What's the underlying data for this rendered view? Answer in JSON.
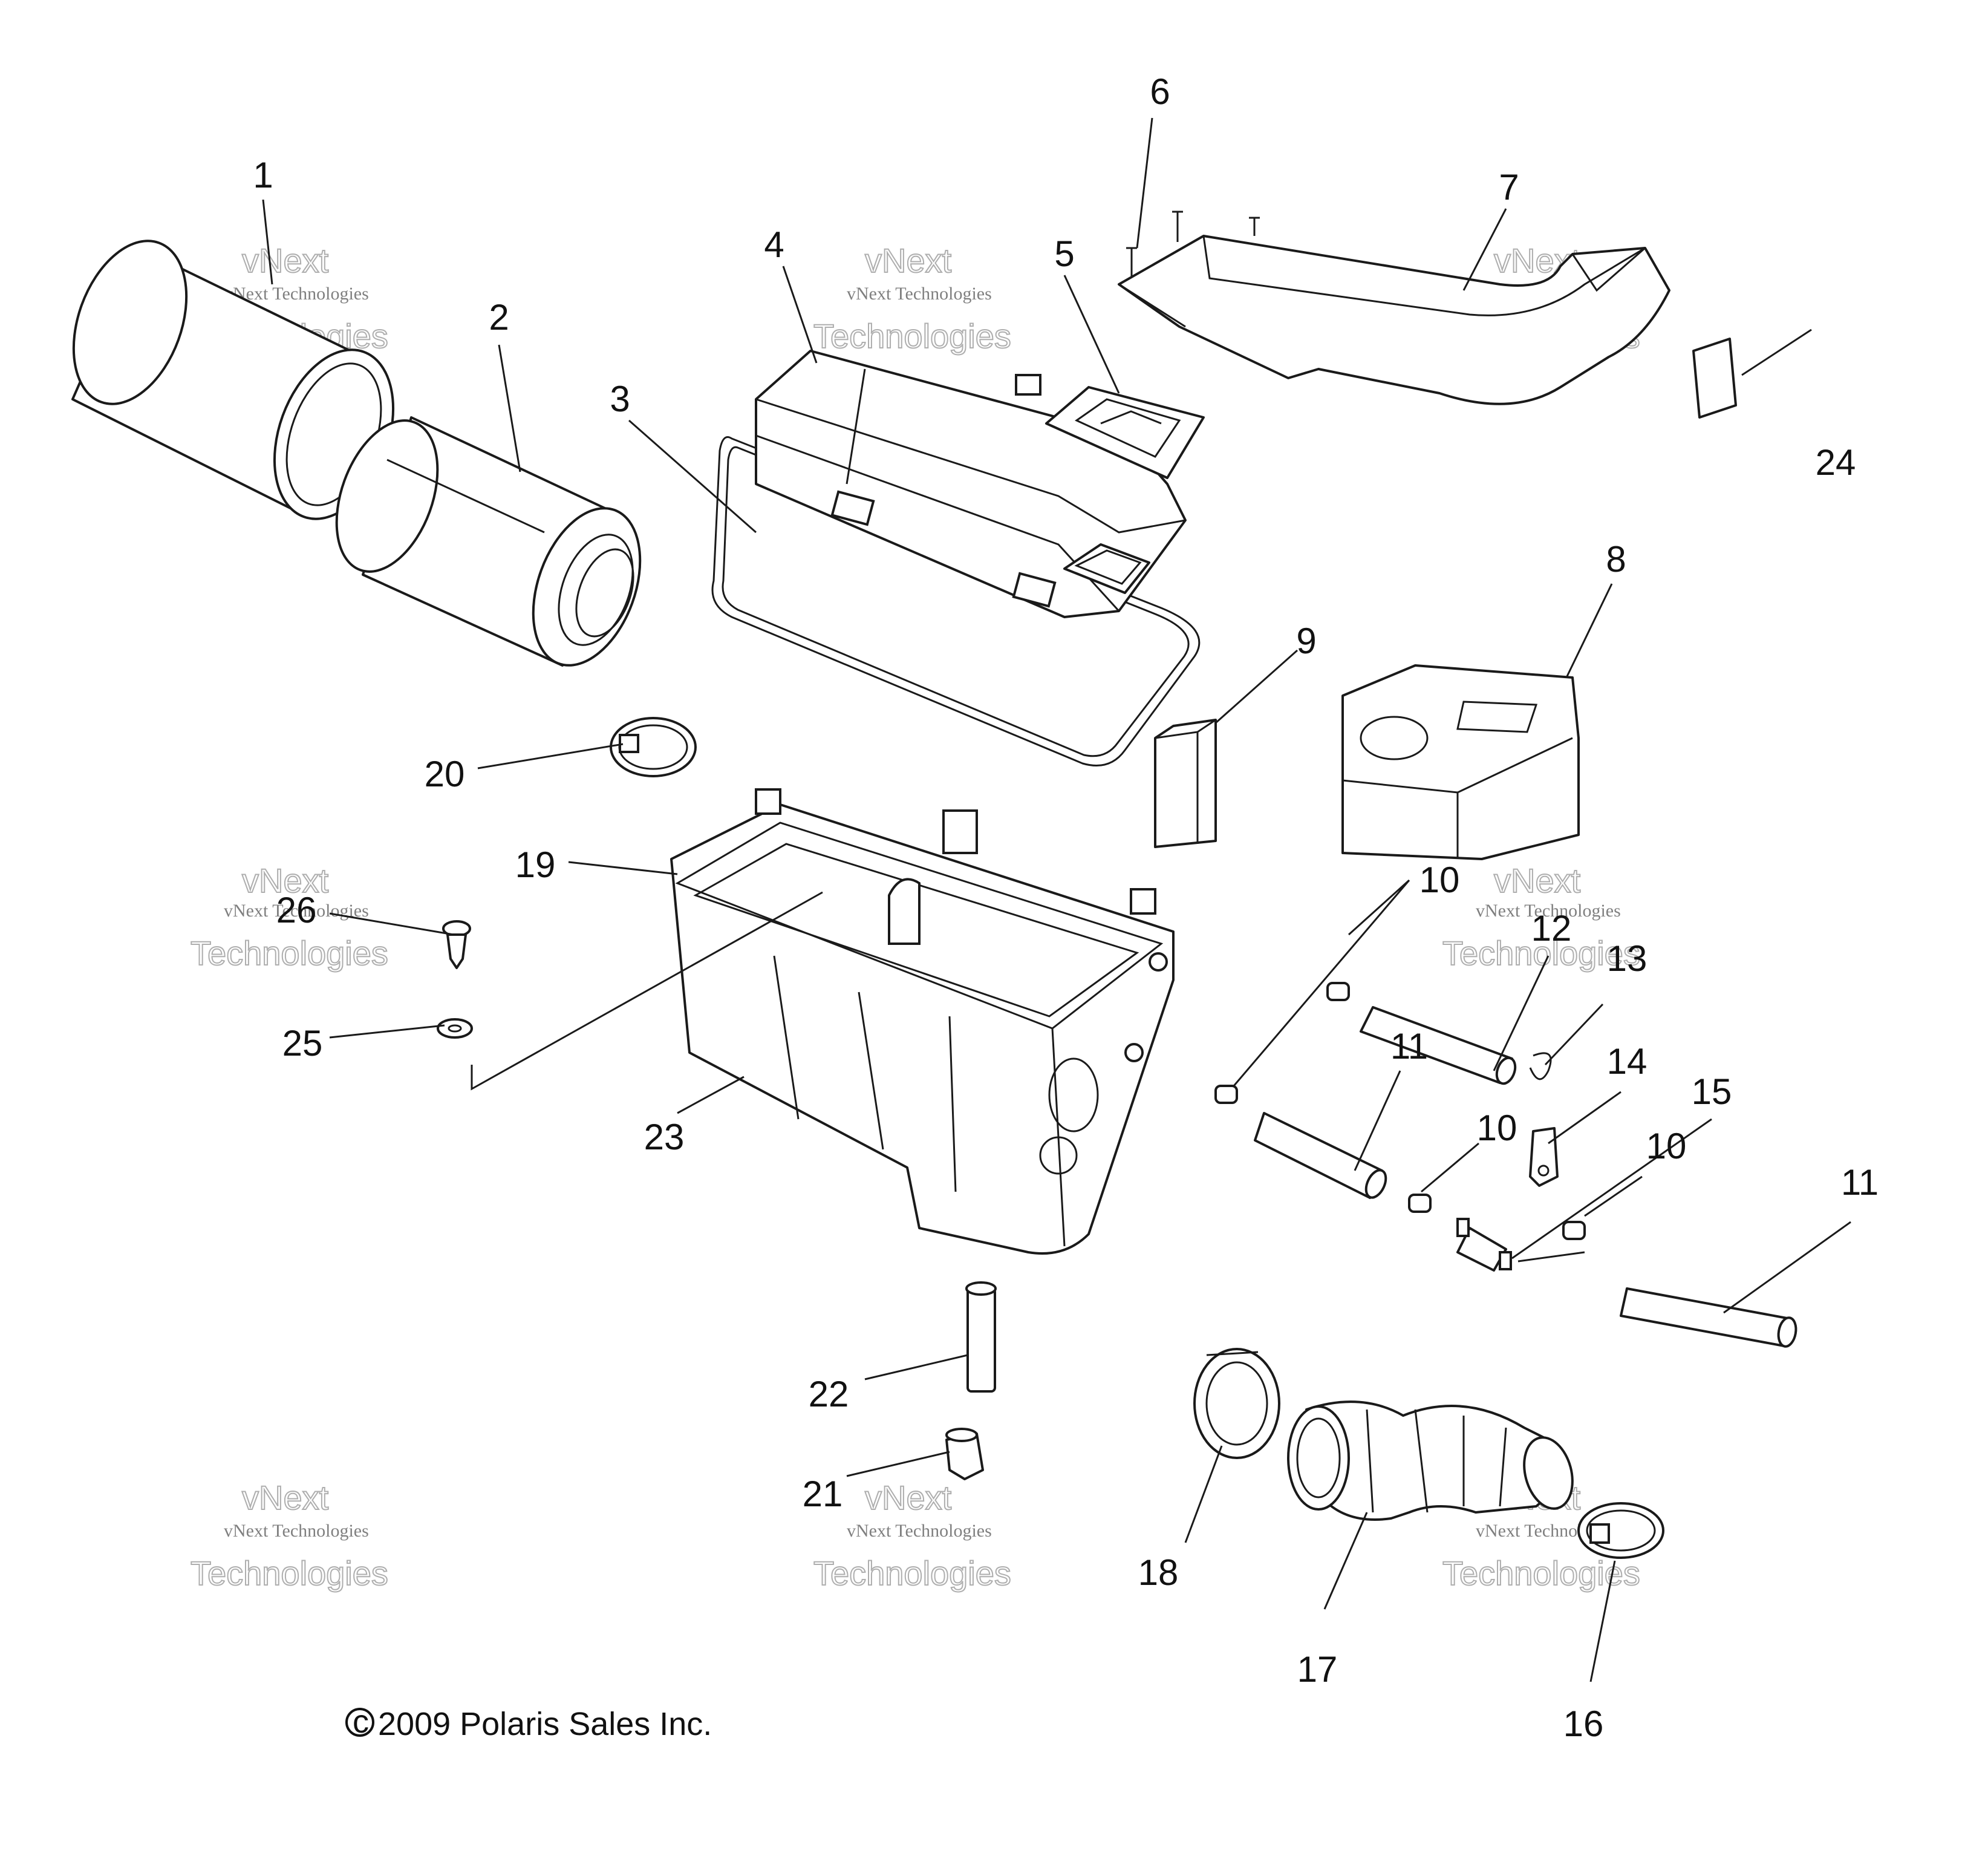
{
  "diagram": {
    "callouts": [
      "1",
      "2",
      "3",
      "4",
      "5",
      "6",
      "7",
      "8",
      "9",
      "10",
      "10",
      "10",
      "11",
      "11",
      "12",
      "13",
      "14",
      "15",
      "16",
      "17",
      "18",
      "19",
      "20",
      "21",
      "22",
      "23",
      "24",
      "25",
      "26"
    ],
    "copyright": "2009 Polaris Sales Inc.",
    "copyright_symbol": "©"
  },
  "watermark": {
    "brand_line": "vNext Technologies",
    "word_vnext": "vNext",
    "word_technologies": "Technologies"
  }
}
